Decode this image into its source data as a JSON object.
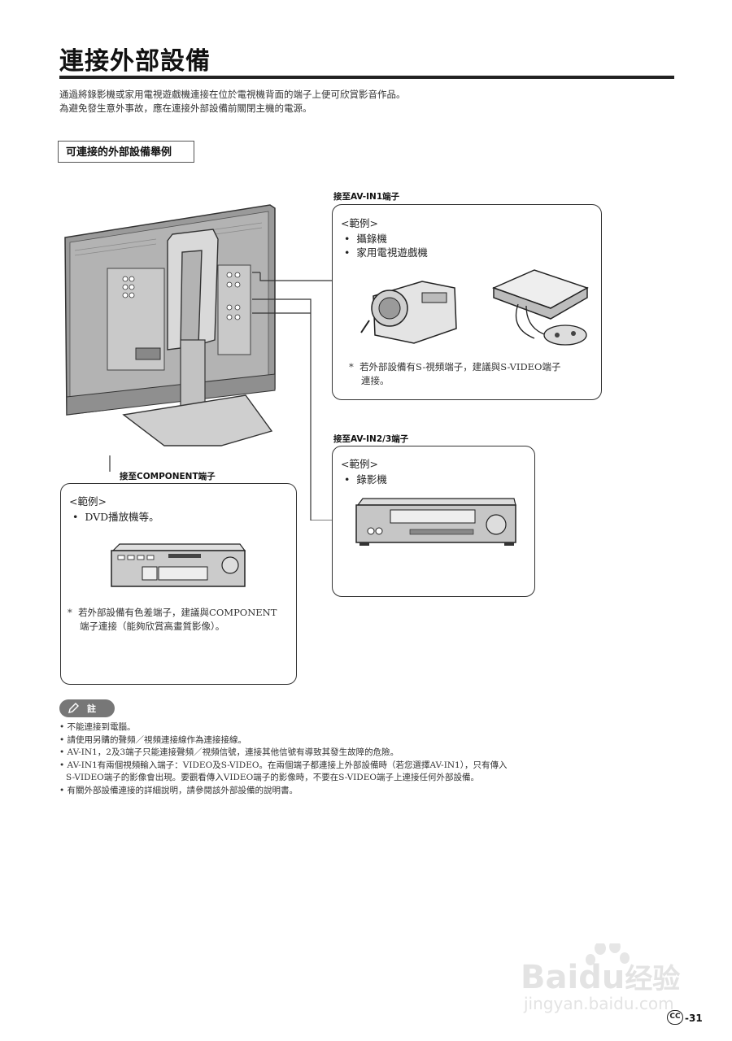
{
  "page": {
    "title": "連接外部設備",
    "intro_lines": [
      "通過將錄影機或家用電視遊戲機連接在位於電視機背面的端子上便可欣賞影音作品。",
      "為避免發生意外事故，應在連接外部設備前關閉主機的電源。"
    ],
    "section_heading": "可連接的外部設備舉例"
  },
  "av_in1": {
    "label": "接至AV-IN1端子",
    "example_title": "<範例>",
    "items": [
      "攝錄機",
      "家用電視遊戲機"
    ],
    "note_lines": [
      "若外部設備有S-視頻端子，建議與S-VIDEO端子",
      "連接。"
    ]
  },
  "av_in23": {
    "label": "接至AV-IN2/3端子",
    "example_title": "<範例>",
    "items": [
      "錄影機"
    ]
  },
  "component": {
    "label": "接至COMPONENT端子",
    "example_title": "<範例>",
    "items": [
      "DVD播放機等。"
    ],
    "note_lines": [
      "若外部設備有色差端子，建議與COMPONENT",
      "端子連接（能夠欣賞高畫質影像）。"
    ]
  },
  "notes": {
    "badge": "註",
    "items": [
      "不能連接到電腦。",
      "請使用另購的聲頻／視頻連接線作為連接接線。",
      "AV-IN1，2及3端子只能連接聲頻／視頻信號，連接其他信號有導致其發生故障的危險。",
      "AV-IN1有兩個視頻輸入端子：VIDEO及S-VIDEO。在兩個端子都連接上外部設備時（若您選擇AV-IN1），只有傳入",
      "S-VIDEO端子的影像會出現。要觀看傳入VIDEO端子的影像時，不要在S-VIDEO端子上連接任何外部設備。",
      "有關外部設備連接的詳細說明，請參閱該外部設備的說明書。"
    ]
  },
  "watermark": {
    "brand_left": "Bai",
    "brand_right": "du",
    "brand_cn": "经验",
    "url": "jingyan.baidu.com"
  },
  "footer": {
    "lang_badge": "CC",
    "page_number": "-31"
  }
}
